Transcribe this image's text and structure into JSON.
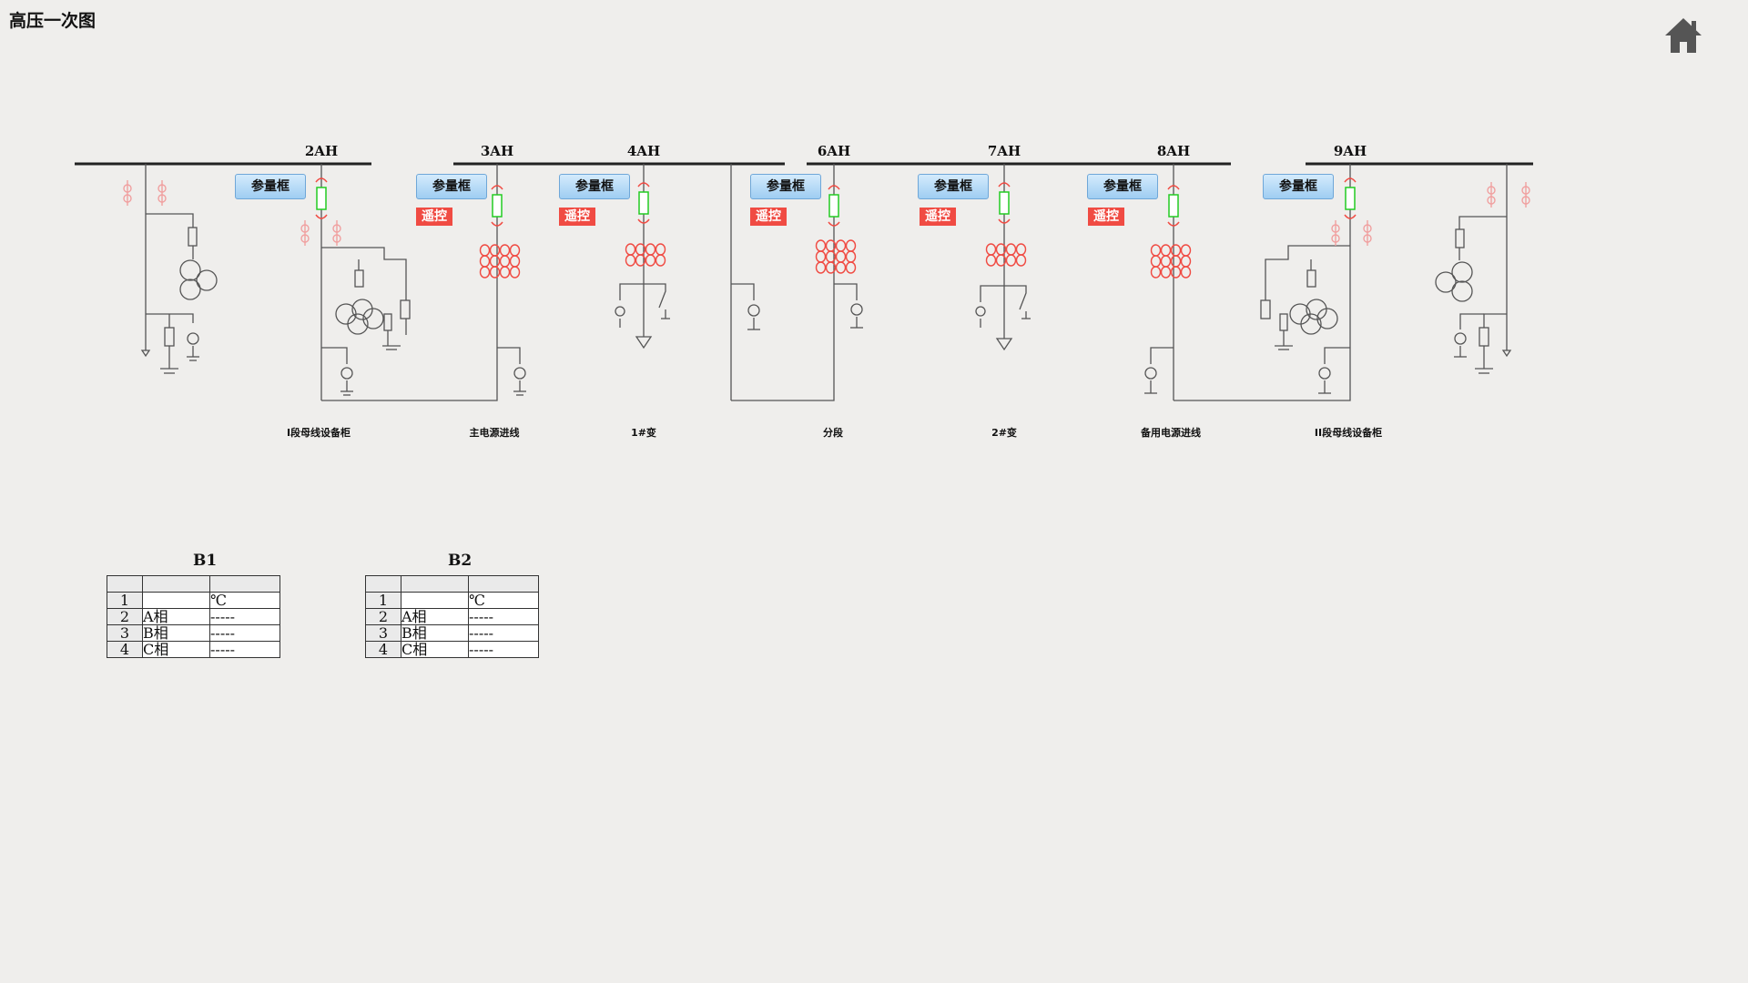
{
  "page": {
    "title": "高压一次图"
  },
  "bus_labels": [
    "2AH",
    "3AH",
    "4AH",
    "6AH",
    "7AH",
    "8AH",
    "9AH"
  ],
  "param_button_label": "参量框",
  "remote_tag_label": "遥控",
  "feeders": [
    "I段母线设备柜",
    "主电源进线",
    "1#变",
    "分段",
    "2#变",
    "备用电源进线",
    "II段母线设备柜"
  ],
  "colors": {
    "breaker_closed": "#22cc22",
    "accent_red": "#f04b43",
    "pale_red": "#f0a0a0",
    "line": "#555555"
  },
  "tables": [
    {
      "title": "B1",
      "rows": [
        [
          "1",
          "",
          "℃"
        ],
        [
          "2",
          "A相",
          "-----"
        ],
        [
          "3",
          "B相",
          "-----"
        ],
        [
          "4",
          "C相",
          "-----"
        ]
      ]
    },
    {
      "title": "B2",
      "rows": [
        [
          "1",
          "",
          "℃"
        ],
        [
          "2",
          "A相",
          "-----"
        ],
        [
          "3",
          "B相",
          "-----"
        ],
        [
          "4",
          "C相",
          "-----"
        ]
      ]
    }
  ]
}
